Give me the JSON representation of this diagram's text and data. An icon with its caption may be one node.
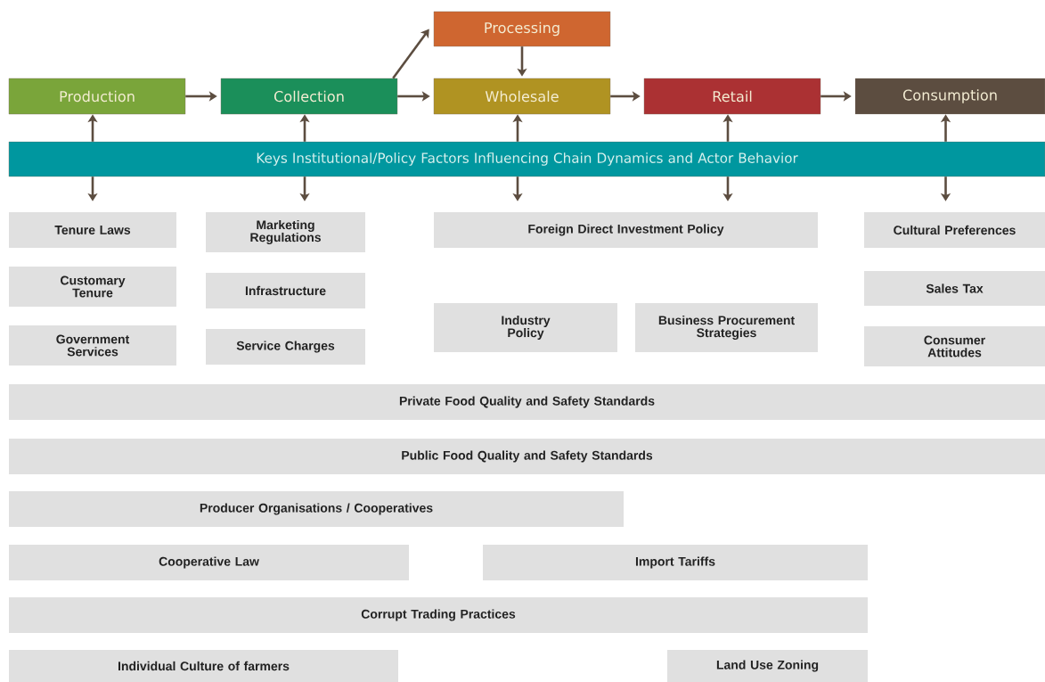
{
  "diagram": {
    "nodes": [
      {
        "text": [
          "Production"
        ]
      },
      {
        "text": [
          "Collection"
        ]
      },
      {
        "text": [
          "Processing"
        ]
      },
      {
        "text": [
          "Wholesale"
        ]
      },
      {
        "text": [
          "Retail"
        ]
      },
      {
        "text": [
          "Consumption"
        ]
      },
      {
        "text": [
          "Keys Institutional/Policy Factors Influencing Chain Dynamics and Actor Behavior"
        ]
      },
      {
        "text": [
          "Tenure Laws"
        ]
      },
      {
        "text": [
          "Marketing Regulations"
        ]
      },
      {
        "text": [
          "Foreign Direct Investment Policy"
        ]
      },
      {
        "text": [
          "Cultural Preferences"
        ]
      },
      {
        "text": [
          "Customary Tenure"
        ]
      },
      {
        "text": [
          "Infrastructure"
        ]
      },
      {
        "text": [
          "Sales Tax"
        ]
      },
      {
        "text": [
          "Government Services"
        ]
      },
      {
        "text": [
          "Service Charges"
        ]
      },
      {
        "text": [
          "Industry Policy"
        ]
      },
      {
        "text": [
          "Business Procurement Strategies"
        ]
      },
      {
        "text": [
          "Consumer Attitudes"
        ]
      },
      {
        "text": [
          "Private Food Quality and Safety Standards"
        ]
      },
      {
        "text": [
          "Public Food Quality and Safety Standards"
        ]
      },
      {
        "text": [
          "Producer Organisations / Cooperatives"
        ]
      },
      {
        "text": [
          "Cooperative Law"
        ]
      },
      {
        "text": [
          "Import Tariffs"
        ]
      },
      {
        "text": [
          "Corrupt Trading Practices"
        ]
      },
      {
        "text": [
          "Individual Culture of farmers"
        ]
      },
      {
        "text": [
          "Land Use Zoning"
        ]
      }
    ],
    "edges": [
      {
        "from": 0,
        "to": 1,
        "arrow": "to"
      },
      {
        "from": 1,
        "to": 2,
        "arrow": "to"
      },
      {
        "from": 1,
        "to": 3,
        "arrow": "to"
      },
      {
        "from": 2,
        "to": 3,
        "arrow": "to"
      },
      {
        "from": 3,
        "to": 4,
        "arrow": "to"
      },
      {
        "from": 4,
        "to": 5,
        "arrow": "to"
      },
      {
        "from": 6,
        "to": 0,
        "arrow": "to"
      },
      {
        "from": 6,
        "to": 1,
        "arrow": "to"
      },
      {
        "from": 6,
        "to": 3,
        "arrow": "to"
      },
      {
        "from": 6,
        "to": 4,
        "arrow": "to"
      },
      {
        "from": 6,
        "to": 5,
        "arrow": "to"
      },
      {
        "from": 6,
        "to": 7,
        "arrow": "to"
      },
      {
        "from": 6,
        "to": 8,
        "arrow": "to"
      },
      {
        "from": 6,
        "to": 9,
        "arrow": "to"
      },
      {
        "from": 6,
        "to": 9,
        "arrow": "to"
      },
      {
        "from": 6,
        "to": 10,
        "arrow": "to"
      }
    ]
  }
}
